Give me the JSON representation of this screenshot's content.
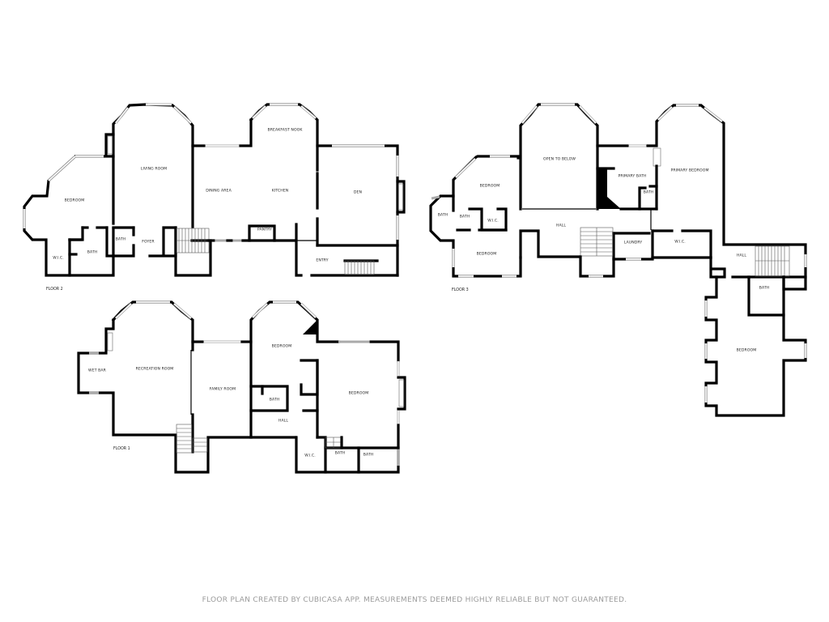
{
  "floors": [
    {
      "name": "FLOOR 2",
      "rooms": [
        "BEDROOM",
        "LIVING ROOM",
        "DINING AREA",
        "KITCHEN",
        "BREAKFAST NOOK",
        "DEN",
        "W.I.C.",
        "BATH",
        "BATH",
        "FOYER",
        "PANTRY",
        "ENTRY"
      ]
    },
    {
      "name": "FLOOR 3",
      "rooms": [
        "BEDROOM",
        "OPEN TO BELOW",
        "PRIMARY BATH",
        "PRIMARY BEDROOM",
        "BATH",
        "BATH",
        "BATH",
        "W.I.C.",
        "HALL",
        "BEDROOM",
        "LAUNDRY",
        "W.I.C.",
        "HALL",
        "BATH",
        "BEDROOM"
      ]
    },
    {
      "name": "FLOOR 1",
      "rooms": [
        "WET BAR",
        "RECREATION ROOM",
        "FAMILY ROOM",
        "BEDROOM",
        "BATH",
        "HALL",
        "BEDROOM",
        "W.I.C.",
        "BATH",
        "BATH"
      ]
    }
  ],
  "footer": "FLOOR PLAN CREATED BY CUBICASA APP. MEASUREMENTS DEEMED HIGHLY RELIABLE BUT NOT GUARANTEED."
}
